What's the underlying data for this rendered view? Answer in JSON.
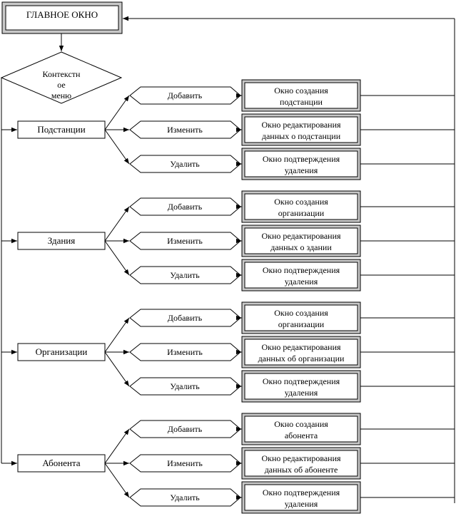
{
  "main_window": "ГЛАВНОЕ ОКНО",
  "context_menu": [
    "Контекстн",
    "ое",
    "меню"
  ],
  "categories": [
    {
      "label": "Подстанции",
      "actions": [
        "Добавить",
        "Изменить",
        "Удалить"
      ],
      "windows": [
        [
          "Окно создания",
          "подстанции"
        ],
        [
          "Окно редактирования",
          "данных о подстанции"
        ],
        [
          "Окно подтверждения",
          "удаления"
        ]
      ]
    },
    {
      "label": "Здания",
      "actions": [
        "Добавить",
        "Изменить",
        "Удалить"
      ],
      "windows": [
        [
          "Окно создания",
          "организации"
        ],
        [
          "Окно редактирования",
          "данных о здании"
        ],
        [
          "Окно подтверждения",
          "удаления"
        ]
      ]
    },
    {
      "label": "Организации",
      "actions": [
        "Добавить",
        "Изменить",
        "Удалить"
      ],
      "windows": [
        [
          "Окно создания",
          "организации"
        ],
        [
          "Окно редактирования",
          "данных об организации"
        ],
        [
          "Окно подтверждения",
          "удаления"
        ]
      ]
    },
    {
      "label": "Абонента",
      "actions": [
        "Добавить",
        "Изменить",
        "Удалить"
      ],
      "windows": [
        [
          "Окно создания",
          "абонента"
        ],
        [
          "Окно редактирования",
          "данных об абоненте"
        ],
        [
          "Окно подтверждения",
          "удаления"
        ]
      ]
    }
  ]
}
